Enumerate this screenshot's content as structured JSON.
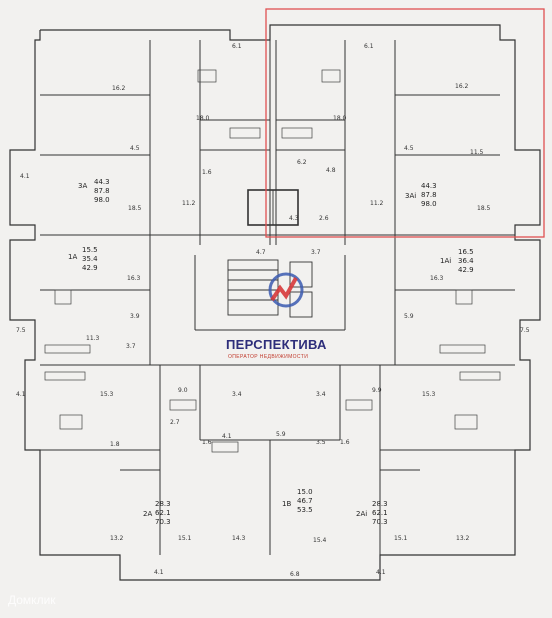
{
  "brand": {
    "name": "ПЕРСПЕКТИВА",
    "subtitle": "ОПЕРАТОР НЕДВИЖИМОСТИ"
  },
  "watermark": "Домклик",
  "highlight_color": "#e05050",
  "apartments": [
    {
      "id": "3A",
      "l1": "44.3",
      "l2": "87.8",
      "l3": "98.0"
    },
    {
      "id": "3Ai",
      "l1": "44.3",
      "l2": "87.8",
      "l3": "98.0"
    },
    {
      "id": "1A",
      "l1": "15.5",
      "l2": "35.4",
      "l3": "42.9"
    },
    {
      "id": "1Ai",
      "l1": "16.5",
      "l2": "36.4",
      "l3": "42.9"
    },
    {
      "id": "2A",
      "l1": "28.3",
      "l2": "62.1",
      "l3": "70.3"
    },
    {
      "id": "1B",
      "l1": "15.0",
      "l2": "46.7",
      "l3": "53.5"
    },
    {
      "id": "2Ai",
      "l1": "28.3",
      "l2": "62.1",
      "l3": "70.3"
    }
  ],
  "room_labels": {
    "r1": "16.2",
    "r2": "18.0",
    "r3": "18.0",
    "r4": "16.2",
    "r5": "6.1",
    "r6": "6.1",
    "r7": "4.5",
    "r8": "4.5",
    "r9": "1.6",
    "r10": "6.2",
    "r11": "4.8",
    "r12": "11.5",
    "r13": "4.1",
    "r14": "18.5",
    "r15": "18.5",
    "r16": "11.2",
    "r17": "11.2",
    "r18": "4.3",
    "r19": "2.6",
    "r20": "4.7",
    "r21": "3.7",
    "r22": "16.3",
    "r23": "11.3",
    "r24": "3.9",
    "r25": "3.7",
    "r26": "5.9",
    "r27": "16.3",
    "r28": "7.5",
    "r29": "9.0",
    "r30": "9.9",
    "r31": "3.4",
    "r32": "3.4",
    "r33": "15.3",
    "r34": "15.3",
    "r35": "2.7",
    "r36": "4.1",
    "r37": "5.9",
    "r38": "3.5",
    "r39": "1.8",
    "r40": "13.2",
    "r41": "15.1",
    "r42": "14.3",
    "r43": "15.4",
    "r44": "15.1",
    "r45": "13.2",
    "r46": "4.1",
    "r47": "6.8",
    "r48": "4.1",
    "r49": "1.6",
    "r50": "7.5",
    "r51": "1.6",
    "r52": "4.1"
  }
}
